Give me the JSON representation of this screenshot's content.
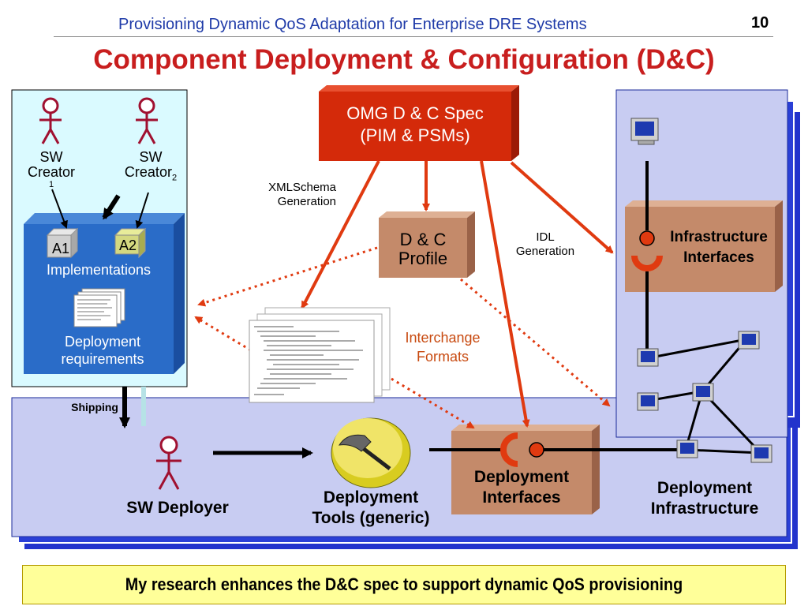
{
  "header": {
    "subtitle": "Provisioning Dynamic QoS Adaptation for Enterprise DRE Systems",
    "page_number": "10"
  },
  "title": "Component Deployment & Configuration (D&C)",
  "spec_box": {
    "line1": "OMG D & C Spec",
    "line2": "(PIM & PSMs)"
  },
  "creators": [
    {
      "label": "SW",
      "label2": "Creator",
      "subscript": "1"
    },
    {
      "label": "SW",
      "label2": "Creator",
      "subscript": "2"
    }
  ],
  "impl_panel": {
    "a1": "A1",
    "a2": "A2",
    "implementations": "Implementations",
    "deploy_req_1": "Deployment",
    "deploy_req_2": "requirements"
  },
  "xmlschema": {
    "line1": "XMLSchema",
    "line2": "Generation"
  },
  "profile": {
    "line1": "D & C",
    "line2": "Profile"
  },
  "idl": {
    "line1": "IDL",
    "line2": "Generation"
  },
  "interchange": {
    "line1": "Interchange",
    "line2": "Formats"
  },
  "infra_interfaces": {
    "line1": "Infrastructure",
    "line2": "Interfaces"
  },
  "shipping": "Shipping",
  "deployer": "SW Deployer",
  "tools": {
    "line1": "Deployment",
    "line2": "Tools (generic)"
  },
  "deploy_interfaces": {
    "line1": "Deployment",
    "line2": "Interfaces"
  },
  "deploy_infra": {
    "line1": "Deployment",
    "line2": "Infrastructure"
  },
  "footer": "My research enhances the D&C spec to support dynamic QoS provisioning",
  "colors": {
    "accent_red": "#c81e1e",
    "header_blue": "#1e3aa8",
    "panel_blue": "#c8ccf2",
    "spec_red": "#d42a0a",
    "tan": "#c48a6a",
    "footer_yellow": "#ffff99"
  }
}
